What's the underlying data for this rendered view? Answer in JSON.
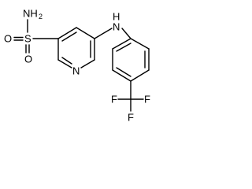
{
  "labels": {
    "nh2": "NH",
    "nh2_sub": "2",
    "s": "S",
    "o_left": "O",
    "o_bottom": "O",
    "ring_n": "N",
    "amine_n": "N",
    "amine_h": "H",
    "f_left": "F",
    "f_bottom": "F",
    "f_right": "F"
  },
  "colors": {
    "bond": "#000000",
    "text": "#000000",
    "background": "#ffffff"
  }
}
